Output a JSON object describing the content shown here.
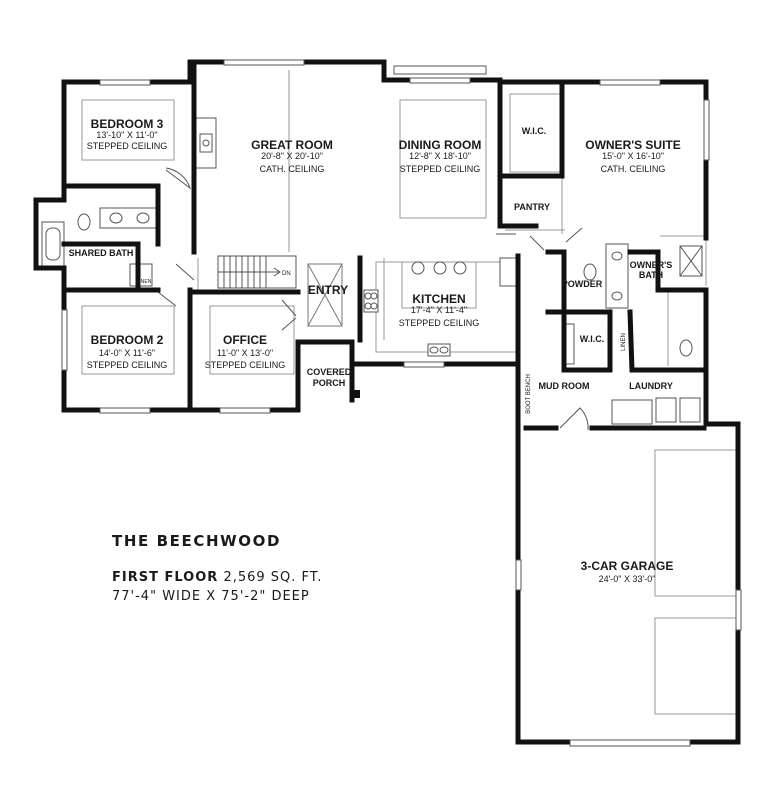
{
  "plan": {
    "name": "THE BEECHWOOD",
    "floor_label": "FIRST FLOOR",
    "area": "2,569 SQ. FT.",
    "dimensions": "77'-4\" WIDE X 75'-2\" DEEP"
  },
  "rooms": {
    "bedroom3": {
      "name": "BEDROOM 3",
      "size": "13'-10\" X 11'-0\"",
      "ceiling": "STEPPED CEILING"
    },
    "great_room": {
      "name": "GREAT ROOM",
      "size": "20'-8\" X 20'-10\"",
      "ceiling": "CATH. CEILING"
    },
    "dining_room": {
      "name": "DINING ROOM",
      "size": "12'-8\" X 18'-10\"",
      "ceiling": "STEPPED CEILING"
    },
    "owners_suite": {
      "name": "OWNER'S SUITE",
      "size": "15'-0\" X 16'-10\"",
      "ceiling": "CATH. CEILING"
    },
    "wic_owner": {
      "name": "W.I.C."
    },
    "pantry": {
      "name": "PANTRY"
    },
    "shared_bath": {
      "name": "SHARED BATH"
    },
    "linen_hall": {
      "name": "LINEN"
    },
    "owners_bath": {
      "name_line1": "OWNER'S",
      "name_line2": "BATH"
    },
    "powder": {
      "name": "POWDER"
    },
    "entry": {
      "name": "ENTRY"
    },
    "kitchen": {
      "name": "KITCHEN",
      "size": "17'-4\" X 11'-4\"",
      "ceiling": "STEPPED CEILING"
    },
    "bedroom2": {
      "name": "BEDROOM 2",
      "size": "14'-0\" X 11'-6\"",
      "ceiling": "STEPPED CEILING"
    },
    "office": {
      "name": "OFFICE",
      "size": "11'-0\" X 13'-0\"",
      "ceiling": "STEPPED CEILING"
    },
    "wic_mud": {
      "name": "W.I.C."
    },
    "linen_mud": {
      "name": "LINEN"
    },
    "covered_porch": {
      "name_line1": "COVERED",
      "name_line2": "PORCH"
    },
    "boot_bench": {
      "name": "BOOT BENCH"
    },
    "mud_room": {
      "name": "MUD ROOM"
    },
    "laundry": {
      "name": "LAUNDRY"
    },
    "garage": {
      "name": "3-CAR GARAGE",
      "size": "24'-0\" X 33'-0\""
    },
    "stair_dn": {
      "name": "DN"
    }
  }
}
